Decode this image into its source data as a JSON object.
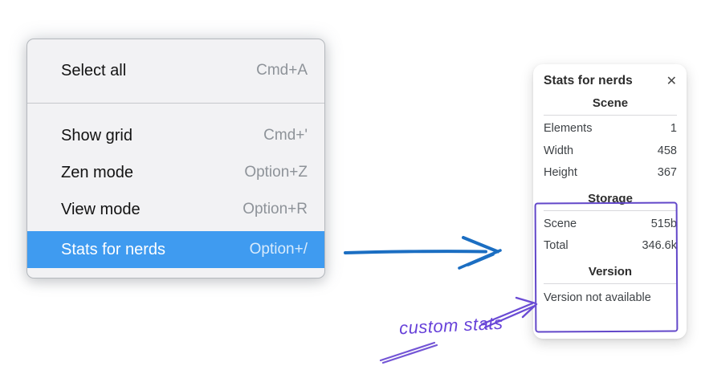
{
  "context_menu": {
    "selection_color": "#3f9bf0",
    "groups": [
      {
        "items": [
          {
            "label": "Select all",
            "shortcut": "Cmd+A"
          }
        ]
      },
      {
        "items": [
          {
            "label": "Show grid",
            "shortcut": "Cmd+'"
          },
          {
            "label": "Zen mode",
            "shortcut": "Option+Z"
          },
          {
            "label": "View mode",
            "shortcut": "Option+R"
          },
          {
            "label": "Stats for nerds",
            "shortcut": "Option+/",
            "selected": true
          }
        ]
      }
    ]
  },
  "stats_panel": {
    "title": "Stats for nerds",
    "close_icon": "✕",
    "sections": [
      {
        "heading": "Scene",
        "rows": [
          {
            "label": "Elements",
            "value": "1"
          },
          {
            "label": "Width",
            "value": "458"
          },
          {
            "label": "Height",
            "value": "367"
          }
        ]
      },
      {
        "heading": "Storage",
        "rows": [
          {
            "label": "Scene",
            "value": "515b"
          },
          {
            "label": "Total",
            "value": "346.6k"
          }
        ]
      },
      {
        "heading": "Version",
        "rows": [],
        "note": "Version not available"
      }
    ]
  },
  "annotations": {
    "label": "custom stats",
    "highlight_color": "#6741d9",
    "arrow_color": "#1b6ec2"
  }
}
